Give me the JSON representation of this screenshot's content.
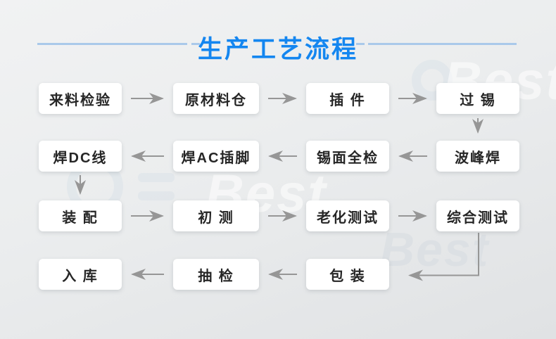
{
  "page": {
    "title": "生产工艺流程",
    "title_color": "#1486f0",
    "decor_line_color": "#aac9ea",
    "background_color": "#e9ebec"
  },
  "flow": {
    "arrow_color": "#969696",
    "box_background": "#ffffff",
    "box_text_color": "#262626",
    "rows": [
      {
        "direction": "right",
        "boxes": [
          "来料检验",
          "原材料仓",
          "插 件",
          "过 锡"
        ]
      },
      {
        "direction": "left",
        "boxes": [
          "焊DC线",
          "焊AC插脚",
          "锡面全检",
          "波峰焊"
        ]
      },
      {
        "direction": "right",
        "boxes": [
          "装 配",
          "初 测",
          "老化测试",
          "综合测试"
        ]
      },
      {
        "direction": "left",
        "boxes": [
          "入 库",
          "抽 检",
          "包 装"
        ]
      }
    ],
    "vertical_links": [
      {
        "from": "过 锡",
        "to": "波峰焊"
      },
      {
        "from": "焊DC线",
        "to": "装 配"
      },
      {
        "from": "综合测试",
        "to": "包 装"
      }
    ]
  },
  "watermark": {
    "text": "Best"
  }
}
